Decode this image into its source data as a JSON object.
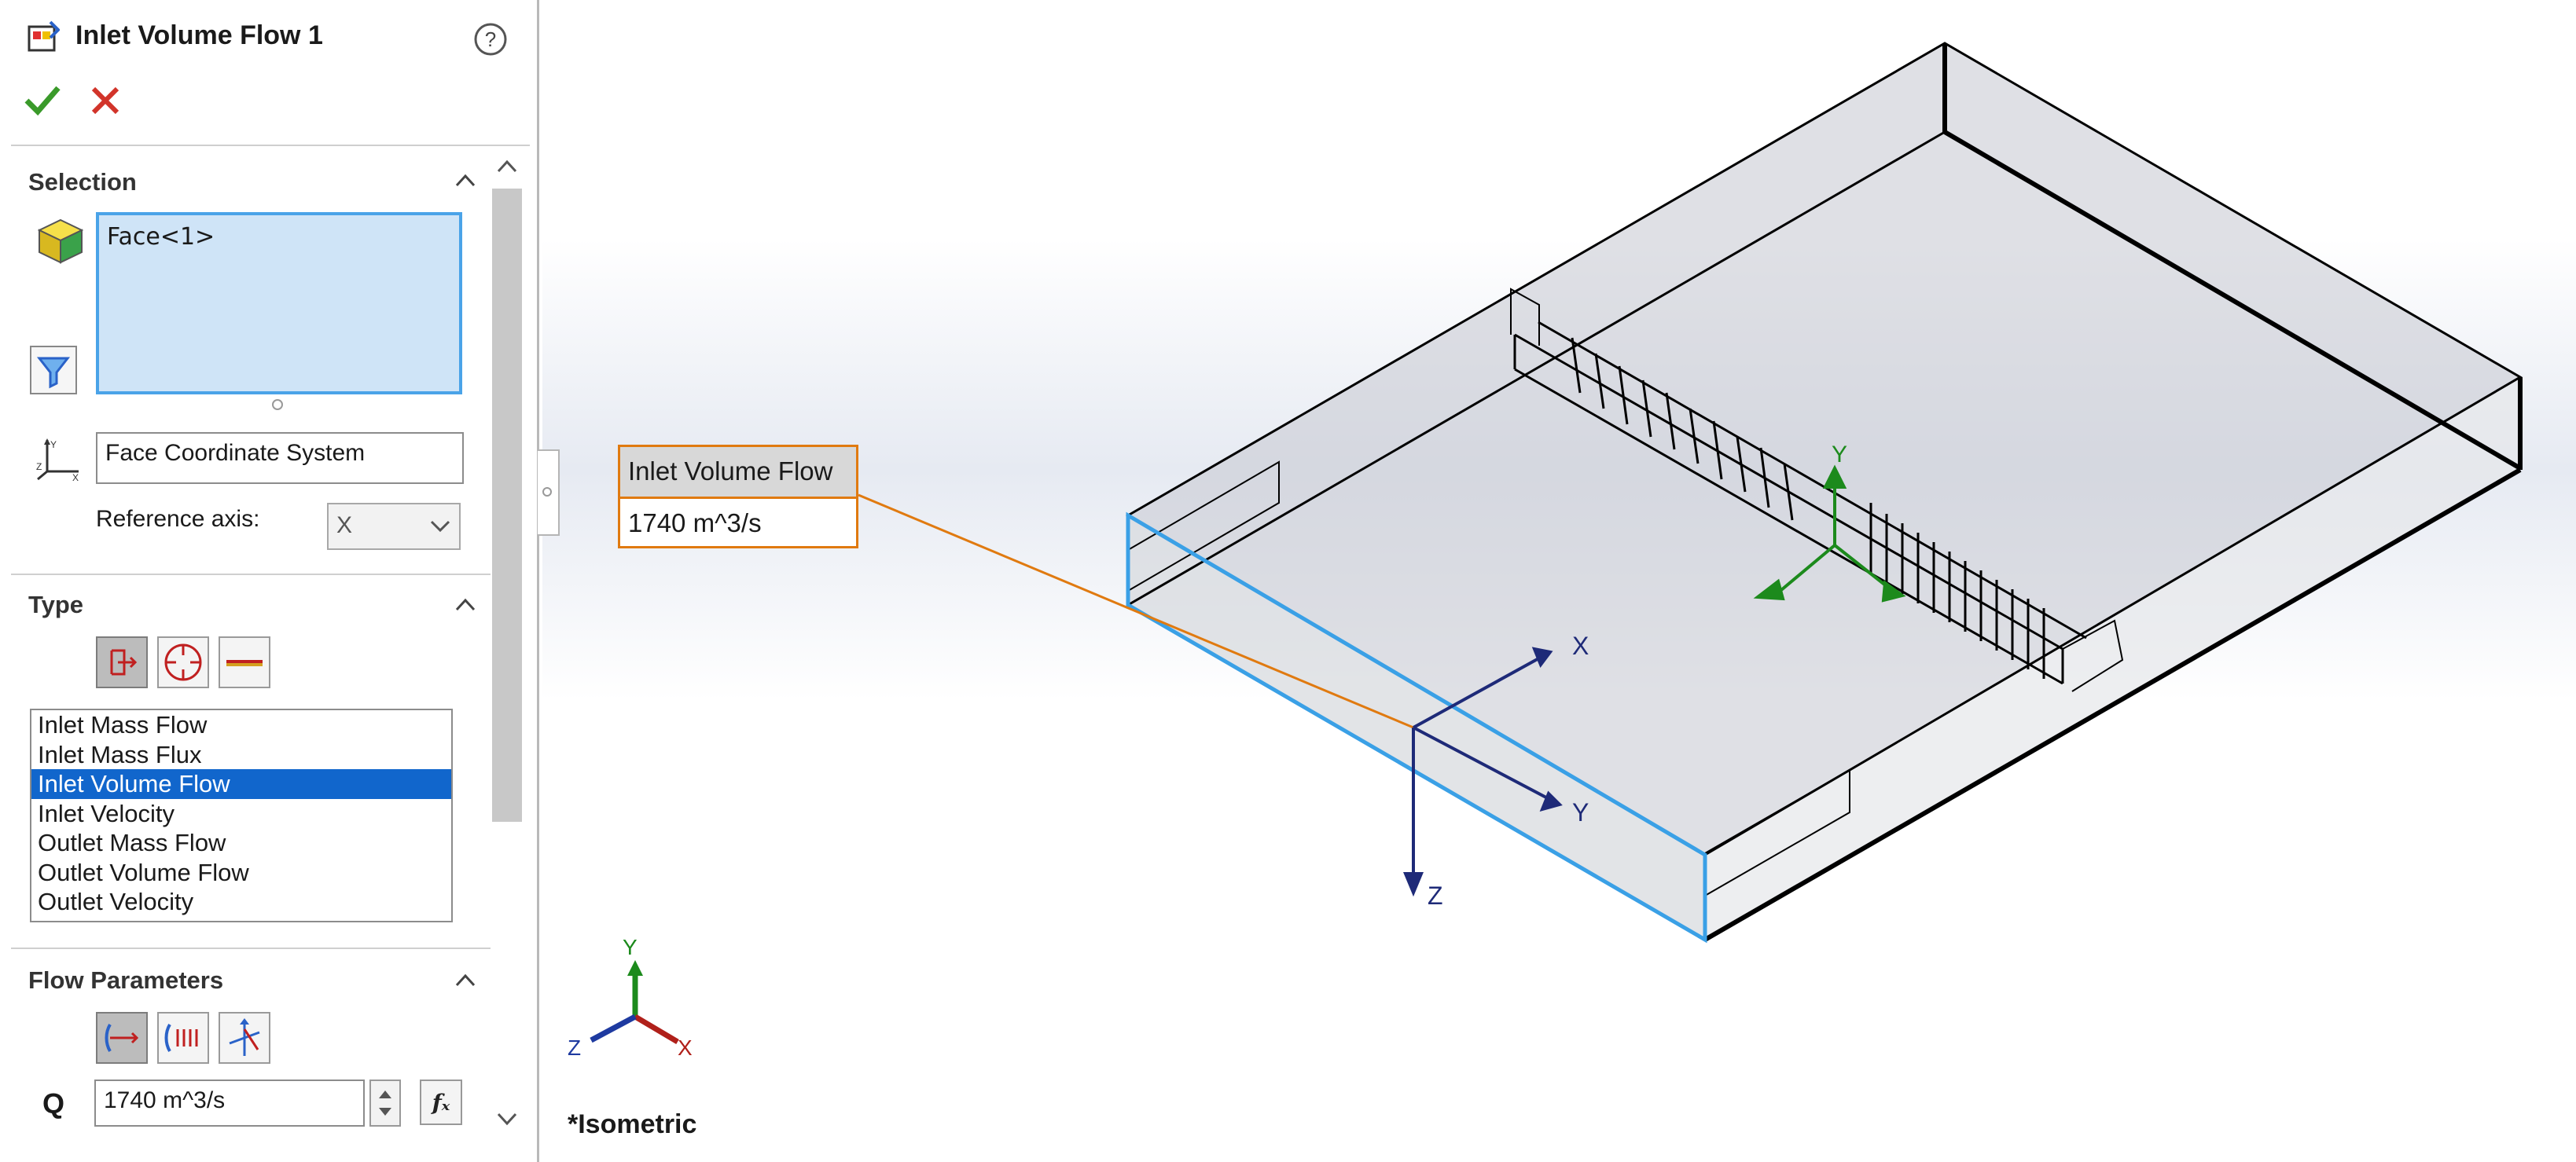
{
  "panel": {
    "title": "Inlet Volume Flow 1",
    "selection": {
      "header": "Selection",
      "face": "Face<1>",
      "coord_system": "Face Coordinate System",
      "reference_axis_label": "Reference axis:",
      "reference_axis_value": "X"
    },
    "type": {
      "header": "Type",
      "items": [
        {
          "label": "Inlet Mass Flow"
        },
        {
          "label": "Inlet Mass Flux"
        },
        {
          "label": "Inlet Volume Flow"
        },
        {
          "label": "Inlet Velocity"
        },
        {
          "label": "Outlet Mass Flow"
        },
        {
          "label": "Outlet Volume Flow"
        },
        {
          "label": "Outlet Velocity"
        }
      ],
      "selected": "Inlet Volume Flow"
    },
    "flow_parameters": {
      "header": "Flow Parameters",
      "q_label": "Q",
      "q_value": "1740 m^3/s"
    }
  },
  "viewport": {
    "callout": {
      "title": "Inlet Volume Flow",
      "value": "1740 m^3/s"
    },
    "local_axes": {
      "x": "X",
      "y": "Y",
      "z": "Z"
    },
    "model_axes": {
      "y": "Y"
    },
    "triad": {
      "x": "X",
      "y": "Y",
      "z": "Z"
    },
    "view_label": "*Isometric"
  },
  "colors": {
    "accent_selection": "#1166cc",
    "callout_border": "#e07a10",
    "axis_blue": "#1e2a78",
    "axis_green": "#1c8a1c",
    "face_highlight": "#3aa0e6"
  }
}
